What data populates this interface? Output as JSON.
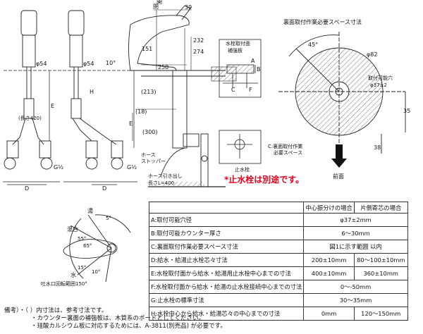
{
  "top_dims": {
    "open": "開",
    "close": "閉",
    "d39": "39",
    "d232": "232",
    "d274": "274",
    "d151": "151",
    "d250": "250",
    "d213": "(213)",
    "d18": "(18)",
    "d300": "(300)",
    "angle10": "10°"
  },
  "side_labels": {
    "phi54": "φ54",
    "H": "H",
    "E": "E",
    "length420": "(長さ420)",
    "D": "D",
    "G": "G½",
    "hose_stopper": "ホース\nストッパー",
    "hose_length": "ホース引き出し\n長さL=400",
    "stop_valve": "止水栓",
    "red_note": "*止水栓は別途です。"
  },
  "counter_detail": {
    "title": "水栓取付面\n補強板",
    "A": "A",
    "B": "B",
    "C": "C",
    "F": "F"
  },
  "rear_view": {
    "title": "裏面取付作業必要スペース寸法",
    "angle45": "45°",
    "phi82": "φ82",
    "hole_label": "取付可能穴",
    "hole_dim": "φ37±2",
    "d35": "35",
    "d38": "38",
    "space_label": "C:裏面取付作業\n必要スペース",
    "front": "前面"
  },
  "plan_view": {
    "hot": "湯",
    "mix": "混合",
    "water": "水",
    "a5": "5°",
    "a55": "55°",
    "a65": "65°",
    "a15": "15°",
    "a10": "10°",
    "rotation": "吐水口回転範囲150°"
  },
  "table": {
    "header_center": "中心振分けの場合",
    "header_side": "片側寄芯の場合",
    "rows": [
      {
        "label": "A:取付可能穴径",
        "value": "φ37±2mm"
      },
      {
        "label": "B:取付可能カウンター厚さ",
        "value": "6～30mm"
      },
      {
        "label": "C:裏面取付作業必要スペース寸法",
        "value": "図1に示す範囲 以内"
      },
      {
        "label": "D:給水・給湯止水栓芯々寸法",
        "center": "200±10mm",
        "side": "80～100±10mm"
      },
      {
        "label": "E:水栓取付面から給水・給湯用止水栓中心までの寸法",
        "center": "400±10mm",
        "side": "360±10mm"
      },
      {
        "label": "F:水栓取付面から給水・給湯の止水栓接続中心までの寸法",
        "value": "0～-50mm"
      },
      {
        "label": "G:止水栓の標準寸法",
        "value": "30～35mm"
      },
      {
        "label": "H:水栓中心から給水・給湯芯々の中心までの寸法",
        "center": "0mm",
        "side": "120～150mm"
      }
    ]
  },
  "notes": [
    "備考）・（ ）内寸法は、参考寸法です。",
    "・カウンター裏面の補強板は、木質系のボードとしてください。",
    "・珪酸カルシウム板に対応するためには、A-3811(別売品) が必要です。"
  ]
}
